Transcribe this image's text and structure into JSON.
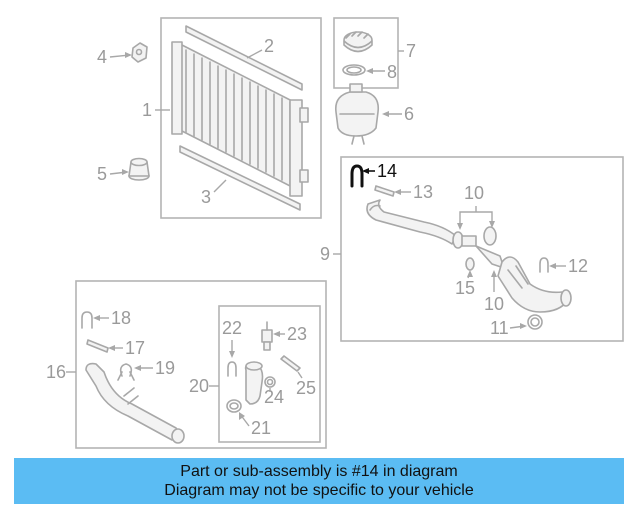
{
  "callouts": {
    "c1": "1",
    "c2": "2",
    "c3": "3",
    "c4": "4",
    "c5": "5",
    "c6": "6",
    "c7": "7",
    "c8": "8",
    "c9": "9",
    "c10a": "10",
    "c10b": "10",
    "c11": "11",
    "c12": "12",
    "c13": "13",
    "c14": "14",
    "c15": "15",
    "c16": "16",
    "c17": "17",
    "c18": "18",
    "c19": "19",
    "c20": "20",
    "c21": "21",
    "c22": "22",
    "c23": "23",
    "c24": "24",
    "c25": "25"
  },
  "highlight_color": "#111111",
  "banner": {
    "line1": "Part or sub-assembly is #14 in diagram",
    "line2": "Diagram may not be specific to your vehicle",
    "color": "#5bbcf3"
  }
}
